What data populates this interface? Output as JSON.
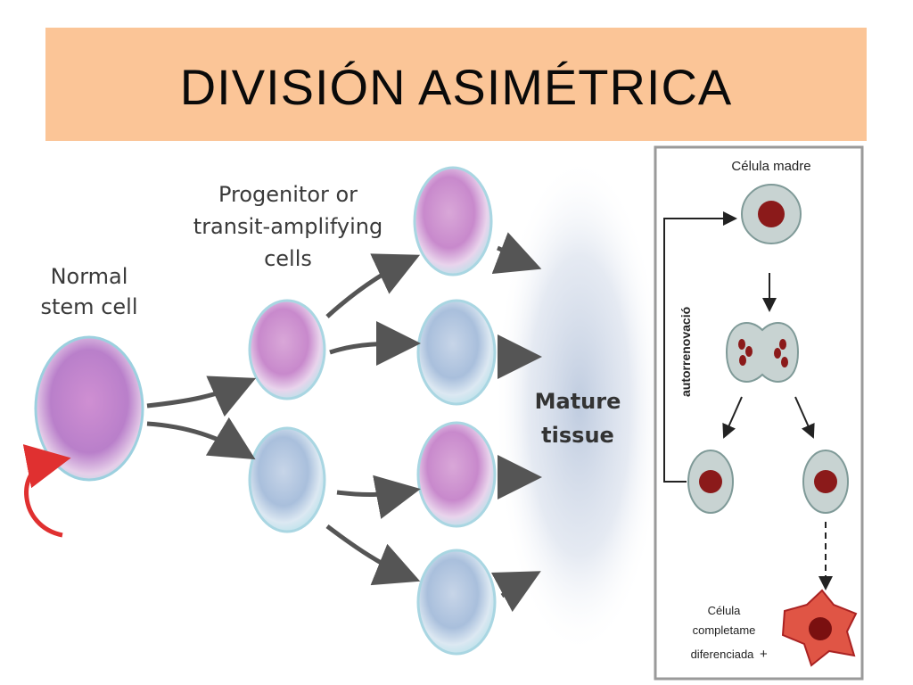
{
  "slide": {
    "title": "DIVISIÓN ASIMÉTRICA"
  },
  "left_diagram": {
    "stem_label": [
      "Normal",
      "stem cell"
    ],
    "progenitor_label": [
      "Progenitor or",
      "transit-amplifying",
      "cells"
    ],
    "tissue_label": [
      "Mature",
      "tissue"
    ]
  },
  "right_diagram": {
    "mother_cell_label": "Célula madre",
    "self_renewal_label": "autorrenovació",
    "differentiated_label": [
      "Célula",
      "completame",
      "diferenciada"
    ],
    "plus_sign": "+"
  },
  "colors": {
    "title_bg": "#fbc597",
    "nucleus": "#8b1a1a",
    "renewal_arrow": "#e03030",
    "diff_cell": "#e05545"
  }
}
